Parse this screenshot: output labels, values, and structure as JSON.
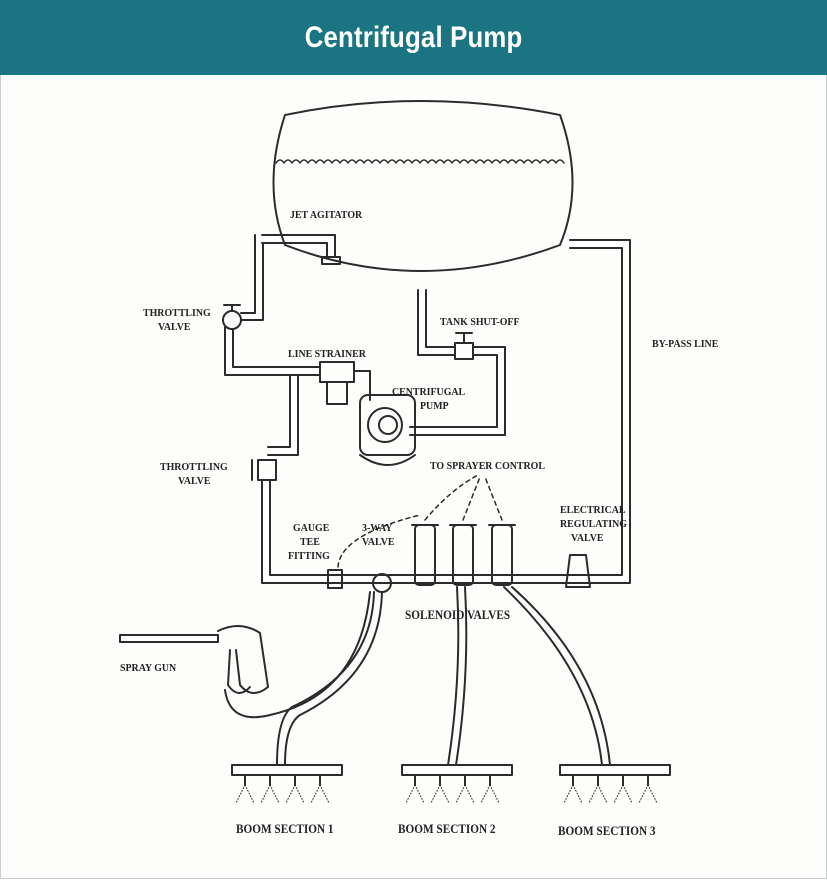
{
  "header": {
    "title": "Centrifugal Pump"
  },
  "labels": {
    "jet_agitator": "JET AGITATOR",
    "throttling_valve_1_line1": "THROTTLING",
    "throttling_valve_1_line2": "VALVE",
    "tank_shutoff": "TANK SHUT-OFF",
    "bypass_line": "BY-PASS LINE",
    "line_strainer": "LINE STRAINER",
    "centrifugal_pump_line1": "CENTRIFUGAL",
    "centrifugal_pump_line2": "PUMP",
    "throttling_valve_2_line1": "THROTTLING",
    "throttling_valve_2_line2": "VALVE",
    "to_sprayer_control": "TO SPRAYER CONTROL",
    "gauge_tee_line1": "GAUGE",
    "gauge_tee_line2": "TEE",
    "gauge_tee_line3": "FITTING",
    "three_way_line1": "3-WAY",
    "three_way_line2": "VALVE",
    "electrical_line1": "ELECTRICAL",
    "electrical_line2": "REGULATING",
    "electrical_line3": "VALVE",
    "solenoid_valves": "SOLENOID VALVES",
    "spray_gun": "SPRAY GUN",
    "boom_section_1": "BOOM SECTION 1",
    "boom_section_2": "BOOM SECTION 2",
    "boom_section_3": "BOOM SECTION 3"
  },
  "colors": {
    "header_bg": "#1b7481",
    "line": "#2b2b2b"
  }
}
